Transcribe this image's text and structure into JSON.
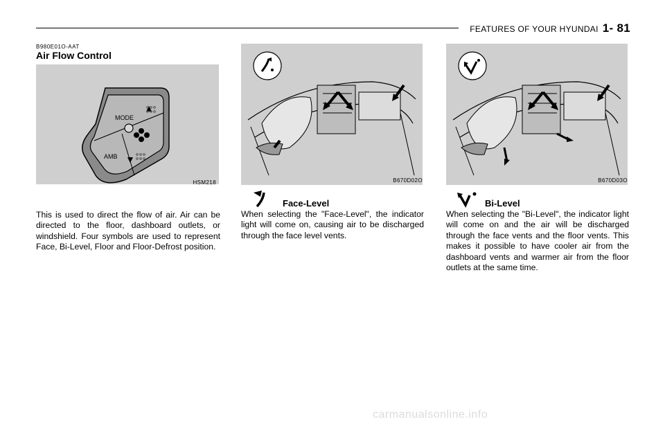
{
  "header": {
    "section": "FEATURES OF YOUR HYUNDAI",
    "page": "1- 81"
  },
  "section_code": "B980E01O-AAT",
  "title": "Air Flow Control",
  "figure1": {
    "code": "HSM218",
    "mode_label": "MODE",
    "amb_label": "AMB"
  },
  "figure2": {
    "code": "B670D02O"
  },
  "figure3": {
    "code": "B670D03O"
  },
  "intro_text": "This is used to direct the flow of air. Air can be directed to the floor, dashboard outlets, or windshield. Four symbols are used to represent Face, Bi-Level, Floor and Floor-Defrost position.",
  "face": {
    "heading": "Face-Level",
    "text": "When selecting the \"Face-Level\", the indicator light will come on, causing air to be discharged through the face level vents."
  },
  "bilevel": {
    "heading": "Bi-Level",
    "text": "When selecting the \"Bi-Level\", the indicator light will come on and the air will be discharged through the face vents and the floor vents. This makes it possible to have cooler air from the dashboard vents and warmer air from the floor outlets at the same time."
  },
  "watermark": "carmanualsonline.info"
}
